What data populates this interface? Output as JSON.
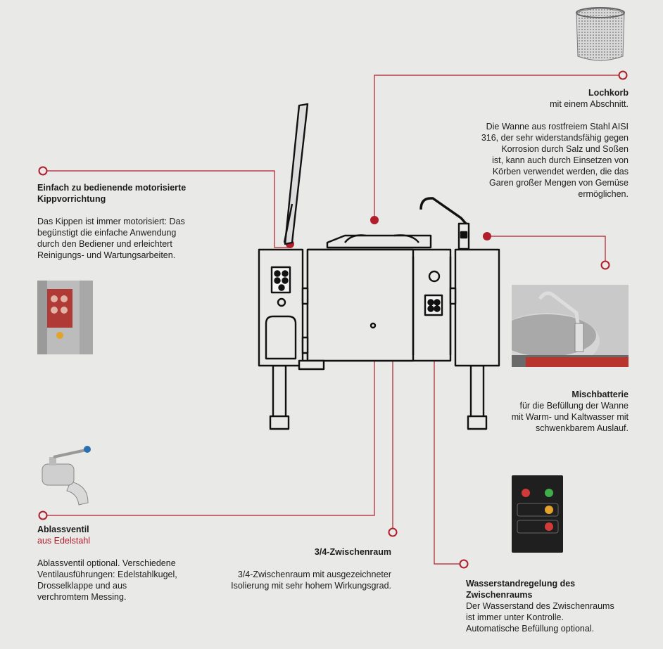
{
  "callouts": {
    "lochkorb": {
      "title": "Lochkorb",
      "subtitle": "mit einem Abschnitt.",
      "body": [
        "Die Wanne aus rostfreiem Stahl AISI",
        "316, der sehr widerstandsfähig gegen",
        "Korrosion durch Salz und Soßen",
        "ist, kann auch durch Einsetzen von",
        "Körben verwendet werden, die das",
        "Garen großer Mengen von Gemüse",
        "ermöglichen."
      ]
    },
    "kipp": {
      "title": [
        "Einfach zu bedienende motorisierte",
        "Kippvorrichtung"
      ],
      "body": [
        "Das Kippen ist immer motorisiert: Das",
        "begünstigt die einfache Anwendung",
        "durch den Bediener und erleichtert",
        "Reinigungs- und Wartungsarbeiten."
      ]
    },
    "misch": {
      "title": "Mischbatterie",
      "body": [
        "für die Befüllung der Wanne",
        "mit Warm- und Kaltwasser mit",
        "schwenkbarem Auslauf."
      ]
    },
    "ablass": {
      "title": "Ablassventil",
      "subtitle": "aus Edelstahl",
      "body": [
        "Ablassventil optional. Verschiedene",
        "Ventilausführungen: Edelstahlkugel,",
        "Drosselklappe und aus",
        "verchromtem Messing."
      ]
    },
    "zwischen": {
      "title": "3/4-Zwischenraum",
      "body": [
        "3/4-Zwischenraum mit ausgezeichneter",
        "Isolierung mit sehr hohem Wirkungsgrad."
      ]
    },
    "wasser": {
      "title": [
        "Wasserstandregelung des",
        "Zwischenraums"
      ],
      "body": [
        "Der Wasserstand des Zwischenraums",
        "ist immer unter Kontrolle.",
        "Automatische Befüllung optional."
      ]
    }
  },
  "colors": {
    "accent": "#b01e2a",
    "background": "#e9e9e7",
    "text": "#1c1c1c"
  },
  "icons": [
    "basket-image",
    "control-panel-image",
    "faucet-image",
    "drain-valve-image",
    "water-control-panel-image",
    "kettle-diagram"
  ]
}
